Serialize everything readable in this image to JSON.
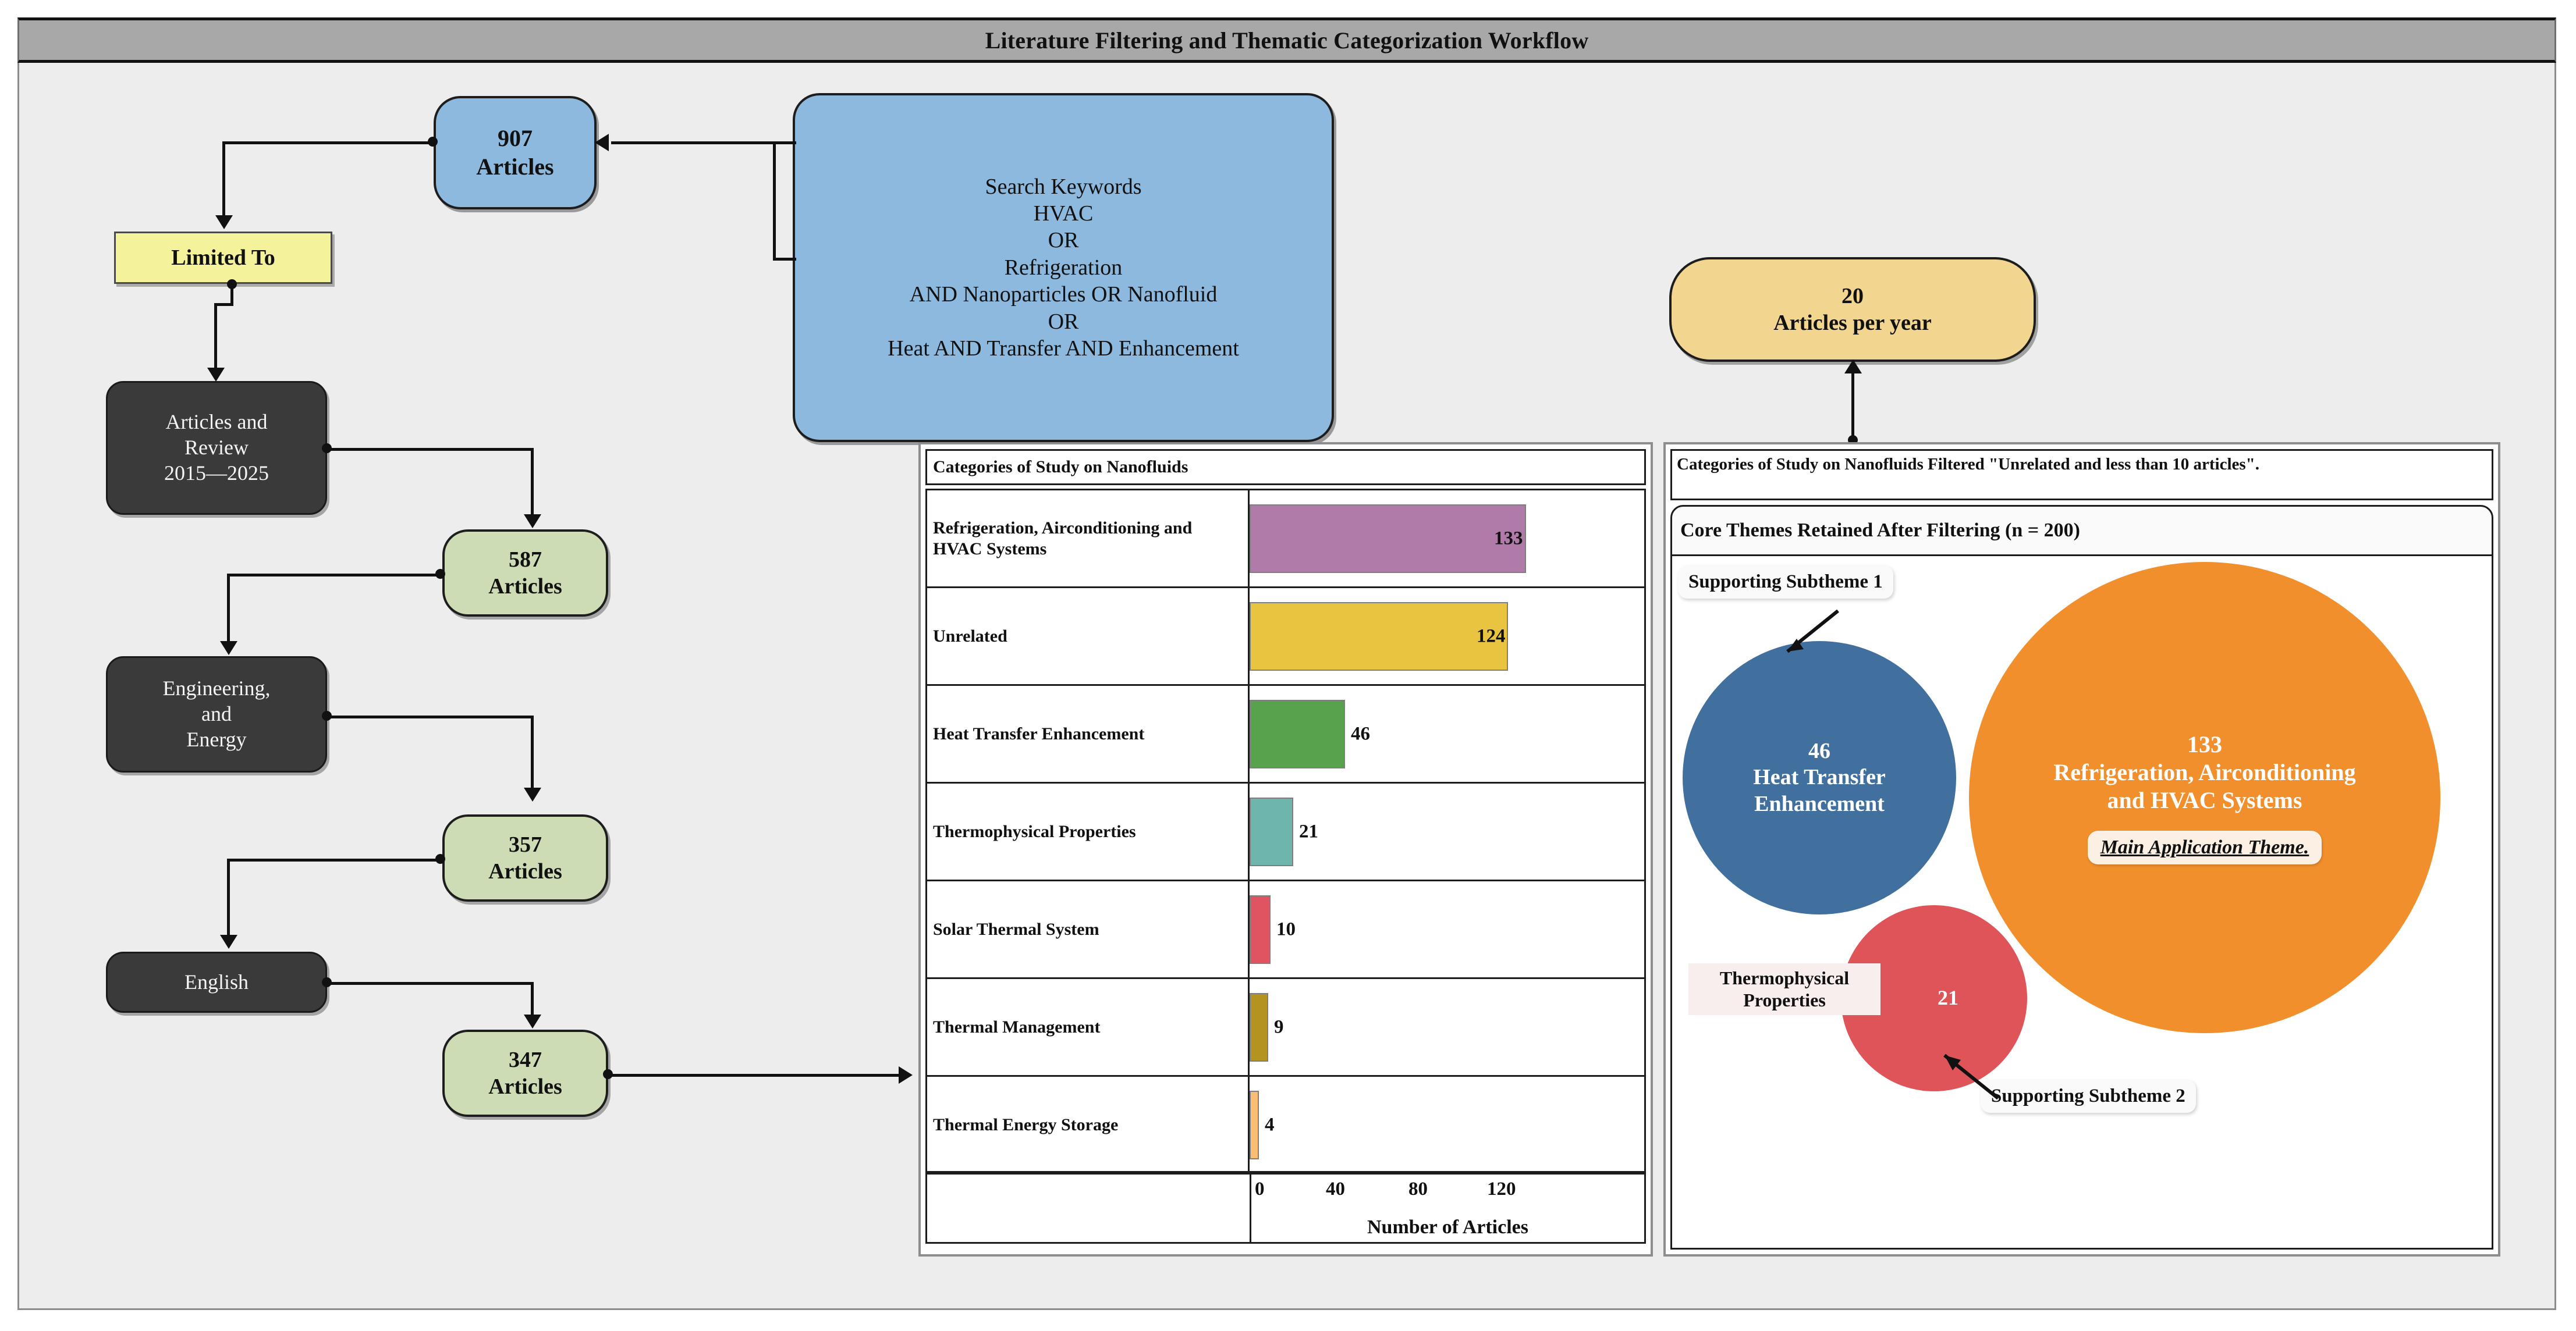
{
  "header": {
    "title": "Literature Filtering and Thematic Categorization Workflow"
  },
  "flow": {
    "search_box": {
      "name": "search-keywords-box",
      "lines": [
        "Search Keywords",
        "HVAC",
        "OR",
        "Refrigeration",
        "AND Nanoparticles OR Nanofluid",
        "OR",
        "Heat AND Transfer AND Enhancement"
      ]
    },
    "nodes": {
      "articles_907": {
        "count": "907",
        "label": "Articles"
      },
      "limited_to": {
        "label": "Limited To"
      },
      "articles_review": {
        "line1": "Articles  and",
        "line2": "Review",
        "line3": "2015—2025"
      },
      "articles_587": {
        "count": "587",
        "label": "Articles"
      },
      "engineering": {
        "line1": "Engineering,",
        "line2": "and",
        "line3": "Energy"
      },
      "articles_357": {
        "count": "357",
        "label": "Articles"
      },
      "english": {
        "label": "English"
      },
      "articles_347": {
        "count": "347",
        "label": "Articles"
      },
      "per_year": {
        "count": "20",
        "label": "Articles per year"
      }
    }
  },
  "chart_data": {
    "type": "bar",
    "title": "Categories of Study on Nanofluids",
    "xlabel": "Number of Articles",
    "ylabel": "",
    "xlim": [
      0,
      140
    ],
    "ticks": [
      "0",
      "40",
      "80",
      "120"
    ],
    "tick_values": [
      0,
      40,
      80,
      120
    ],
    "grid": false,
    "orientation": "horizontal",
    "categories": [
      "Refrigeration, Airconditioning and HVAC Systems",
      "Unrelated",
      "Heat Transfer Enhancement",
      "Thermophysical Properties",
      "Solar Thermal System",
      "Thermal Management",
      "Thermal Energy Storage"
    ],
    "values": [
      133,
      124,
      46,
      21,
      10,
      9,
      4
    ],
    "colors": [
      "#b07ba8",
      "#e9c440",
      "#58a24e",
      "#6db5ad",
      "#e05360",
      "#b59320",
      "#f9bd74"
    ]
  },
  "themes": {
    "caption": "Categories of Study on Nanofluids Filtered \"Unrelated and less than 10 articles\".",
    "subtitle": "Core Themes Retained After Filtering (n = 200)",
    "bubbles": [
      {
        "id": "heat-transfer-enhancement",
        "value": "46",
        "label_line1": "Heat Transfer",
        "label_line2": "Enhancement",
        "color": "#41709f"
      },
      {
        "id": "refrigeration-hvac",
        "value": "133",
        "label_line1": "Refrigeration, Airconditioning",
        "label_line2": "and HVAC Systems",
        "color": "#f18f2c",
        "chip": "Main Application Theme."
      },
      {
        "id": "thermophysical-properties",
        "value": "21",
        "label_line1": "Thermophysical",
        "label_line2": "Properties",
        "color": "#df5459"
      }
    ],
    "callouts": {
      "subtheme1": "Supporting Subtheme 1",
      "subtheme2": "Supporting Subtheme 2"
    }
  }
}
